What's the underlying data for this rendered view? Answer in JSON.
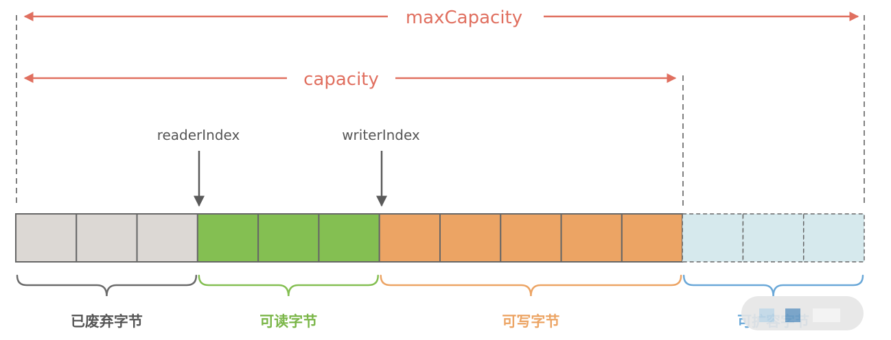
{
  "labels": {
    "max_capacity": "maxCapacity",
    "capacity": "capacity",
    "reader_index": "readerIndex",
    "writer_index": "writerIndex"
  },
  "regions": [
    {
      "key": "discarded",
      "label": "已废弃字节",
      "cells": 3,
      "fill": "#dcd8d4",
      "brace": "#6b6b6b",
      "text_color": "#555555",
      "dashed": false
    },
    {
      "key": "readable",
      "label": "可读字节",
      "cells": 3,
      "fill": "#84bf52",
      "brace": "#84bf52",
      "text_color": "#7ab648",
      "dashed": false
    },
    {
      "key": "writable",
      "label": "可写字节",
      "cells": 5,
      "fill": "#eca464",
      "brace": "#eca464",
      "text_color": "#eca464",
      "dashed": false
    },
    {
      "key": "expandable",
      "label": "可扩容字节",
      "cells": 3,
      "fill": "#d6e9ed",
      "brace": "#6aa8d8",
      "text_color": "#6aa8d8",
      "dashed": true
    }
  ],
  "colors": {
    "accent_red": "#e06f5f",
    "pointer_gray": "#5a5a5a",
    "label_gray": "#555555",
    "cell_border": "#666666",
    "guide_dash": "#555555"
  }
}
